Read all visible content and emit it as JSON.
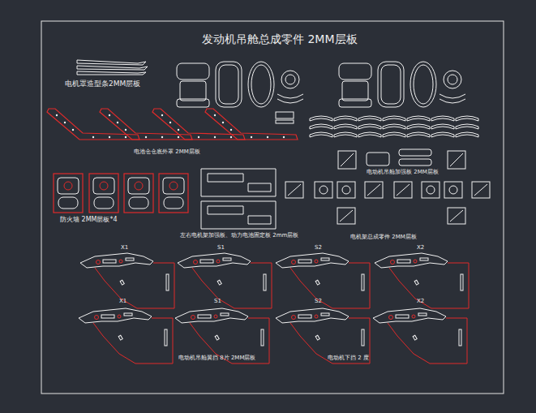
{
  "diagram": {
    "title": "发动机吊舱总成零件 2MM层板",
    "labels": [
      "电机罩造型条2MM层板",
      "电池仓仓底外罩 2MM层板",
      "防火墙 2MM层板*4",
      "左右电机架加强板、动力电池固定板 2mm层板",
      "电动机吊舱加强板 2MM层板",
      "电机架总成零件 2MM层板",
      "X1",
      "S1",
      "S2",
      "X2",
      "X1",
      "S1",
      "S2",
      "X2",
      "电动机吊舱翼挡 8片 2MM层板",
      "电动机下挡 2 度"
    ]
  }
}
